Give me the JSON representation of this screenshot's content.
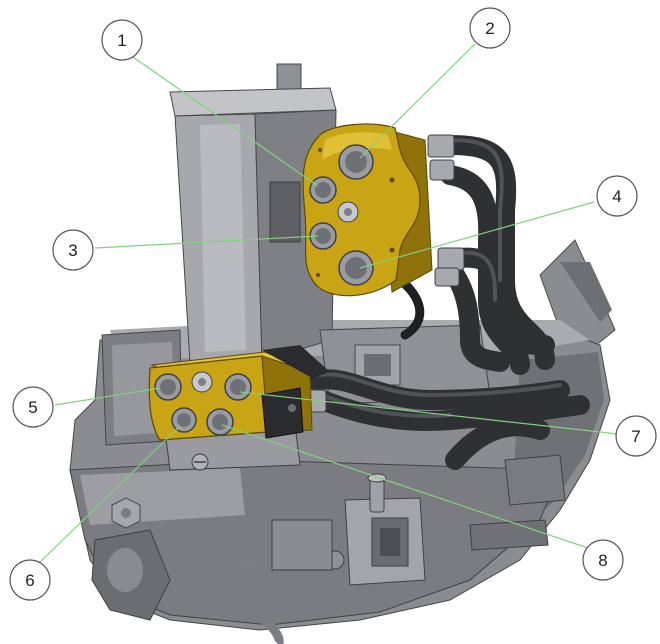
{
  "colors": {
    "background": "#ffffff",
    "machine_dark": "#5e6066",
    "machine_mid": "#8a8c92",
    "machine_light": "#b9bbc0",
    "machine_highlight": "#d6d7da",
    "hose": "#2f3034",
    "hose_highlight": "#55575c",
    "coupling_plate": "#c9a414",
    "coupling_plate_light": "#e2c33a",
    "coupling_plate_dark": "#8f730a",
    "port_ring": "#9a9ca3",
    "leader_line": "#7fd37f",
    "callout_stroke": "#555555",
    "callout_fill": "#ffffff"
  },
  "callouts": [
    {
      "label": "1"
    },
    {
      "label": "2"
    },
    {
      "label": "3"
    },
    {
      "label": "4"
    },
    {
      "label": "5"
    },
    {
      "label": "6"
    },
    {
      "label": "7"
    },
    {
      "label": "8"
    }
  ]
}
